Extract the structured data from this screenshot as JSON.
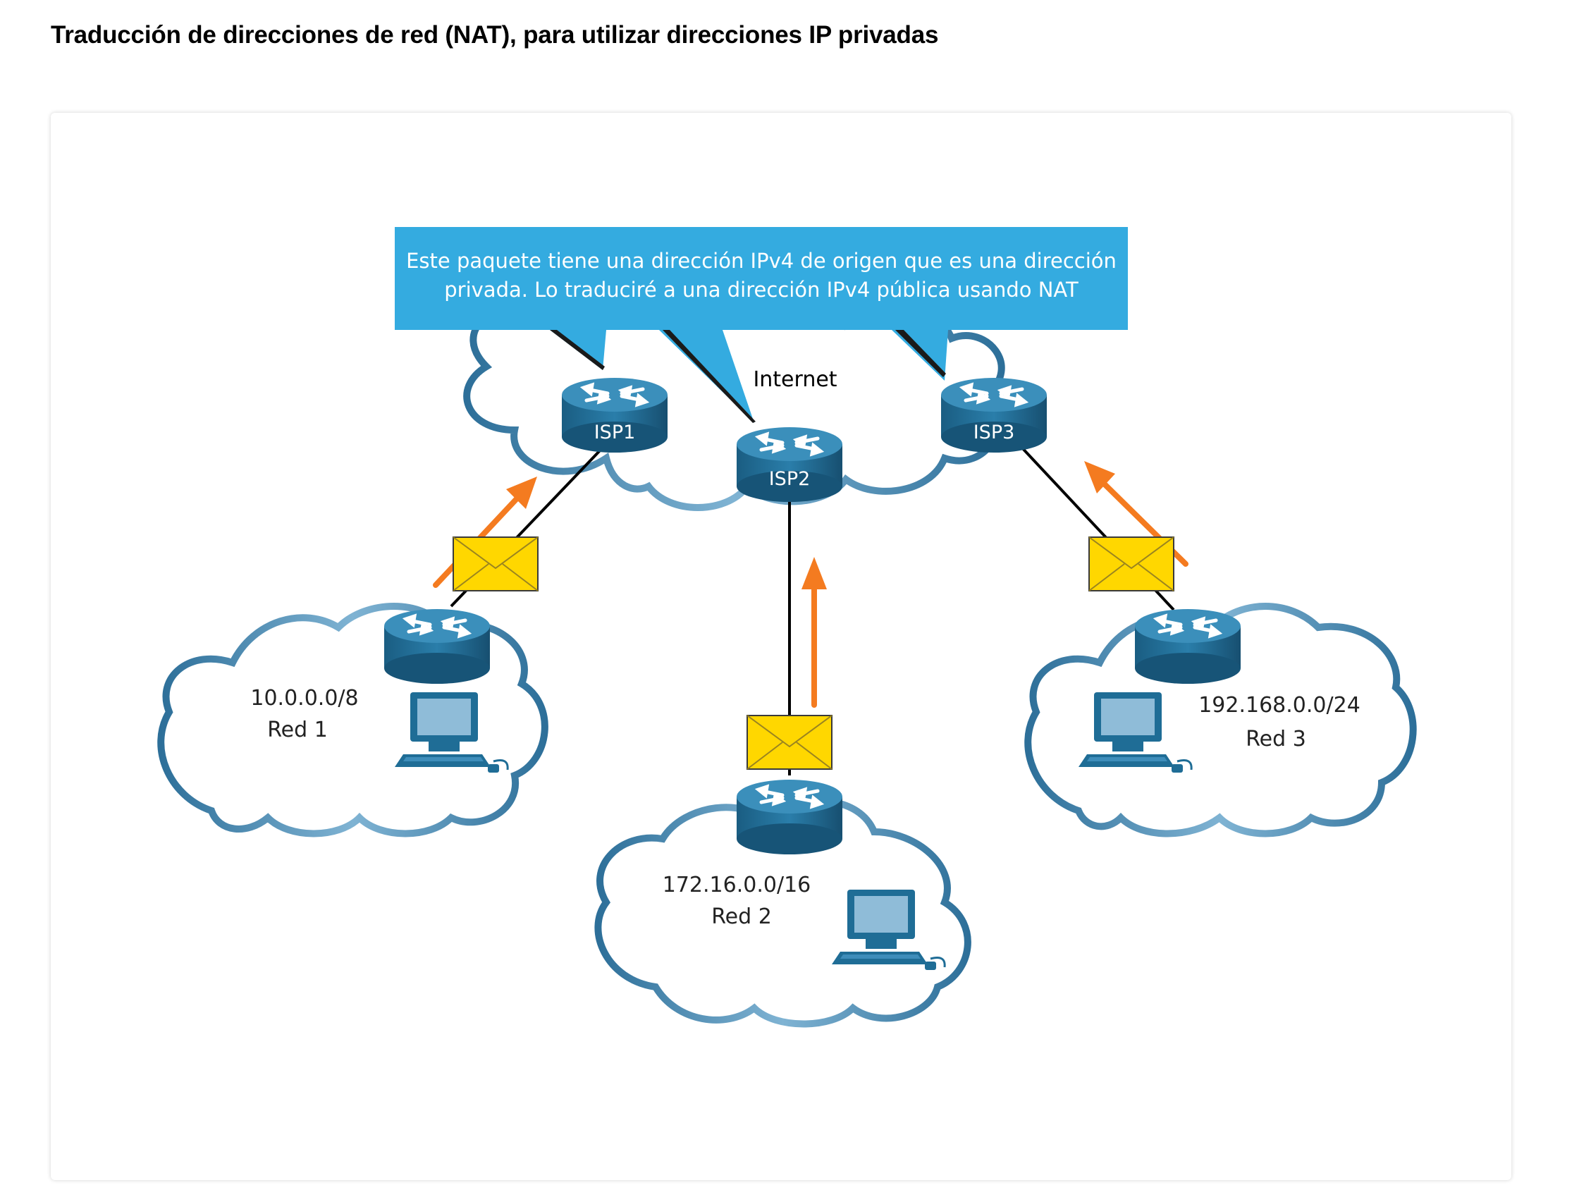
{
  "title": "Traducción de direcciones de red (NAT), para utilizar direcciones IP privadas",
  "callout": {
    "text": "Este paquete tiene una dirección IPv4 de origen que es una dirección privada. Lo traduciré a una dirección IPv4 pública usando NAT"
  },
  "internet": {
    "label": "Internet",
    "routers": [
      {
        "label": "ISP1"
      },
      {
        "label": "ISP2"
      },
      {
        "label": "ISP3"
      }
    ]
  },
  "networks": [
    {
      "address": "10.0.0.0/8",
      "name": "Red 1"
    },
    {
      "address": "172.16.0.0/16",
      "name": "Red 2"
    },
    {
      "address": "192.168.0.0/24",
      "name": "Red 3"
    }
  ],
  "colors": {
    "callout": "#34abe0",
    "router": "#1f6d96",
    "router_top": "#2c86b1",
    "cloud_stroke": "#2d6f99",
    "arrow": "#f47b20",
    "envelope": "#ffd700"
  },
  "icons": [
    "router-icon",
    "pc-icon",
    "envelope-icon",
    "arrow-icon",
    "cloud-icon"
  ]
}
